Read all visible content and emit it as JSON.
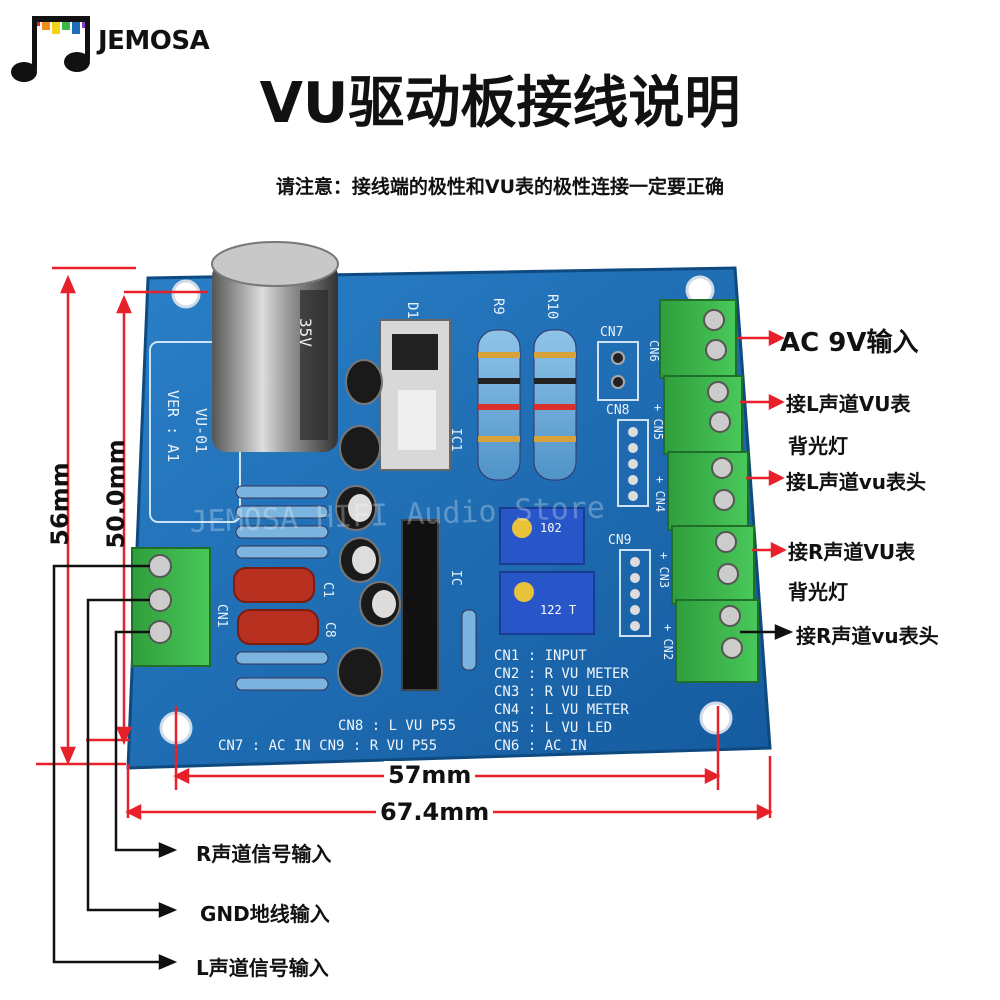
{
  "brand": {
    "name": "JEMOSA",
    "logo_icon": "music-note-icon"
  },
  "title": "VU驱动板接线说明",
  "notice": "请注意：接线端的极性和VU表的极性连接一定要正确",
  "board": {
    "model": "VU-01",
    "version": "VER : A1",
    "watermark": "JEMOSA HIFI Audio Store",
    "components": {
      "cap_top": "35V",
      "d1": "D1",
      "r9": "R9",
      "r10": "R10",
      "ic1": "IC1",
      "ic": "IC",
      "c1": "C1",
      "c8": "C8",
      "cn1": "CN1",
      "trimmer": "102",
      "trimmer2": "122 T"
    },
    "connectors": {
      "cn2": "+ CN2",
      "cn3": "+ CN3",
      "cn4": "+ CN4",
      "cn5": "+ CN5",
      "cn6": "CN6",
      "cn7": "CN7",
      "cn8": "CN8",
      "cn9": "CN9"
    },
    "legend": [
      "CN1 : INPUT",
      "CN2 : R  VU  METER",
      "CN3 : R  VU  LED",
      "CN4 : L  VU  METER",
      "CN5 : L  VU  LED",
      "CN6 : AC  IN"
    ],
    "legend_bottom": [
      "CN8 : L  VU  P55",
      "CN7 : AC  IN  CN9 : R  VU  P55"
    ]
  },
  "labels": {
    "ac_input": "AC 9V输入",
    "l_backlight_1": "接L声道VU表",
    "l_backlight_2": "背光灯",
    "l_meter": "接L声道vu表头",
    "r_backlight_1": "接R声道VU表",
    "r_backlight_2": "背光灯",
    "r_meter": "接R声道vu表头",
    "r_signal": "R声道信号输入",
    "gnd": "GND地线输入",
    "l_signal": "L声道信号输入"
  },
  "dimensions": {
    "height_outer": "56mm",
    "height_inner": "50.0mm",
    "width_holes": "57mm",
    "width_board": "67.4mm"
  },
  "colors": {
    "pcb": "#1f6fb8",
    "pcb_dark": "#134f8c",
    "terminal": "#3bb84a",
    "arrow_red": "#e8202a",
    "text": "#111111"
  }
}
